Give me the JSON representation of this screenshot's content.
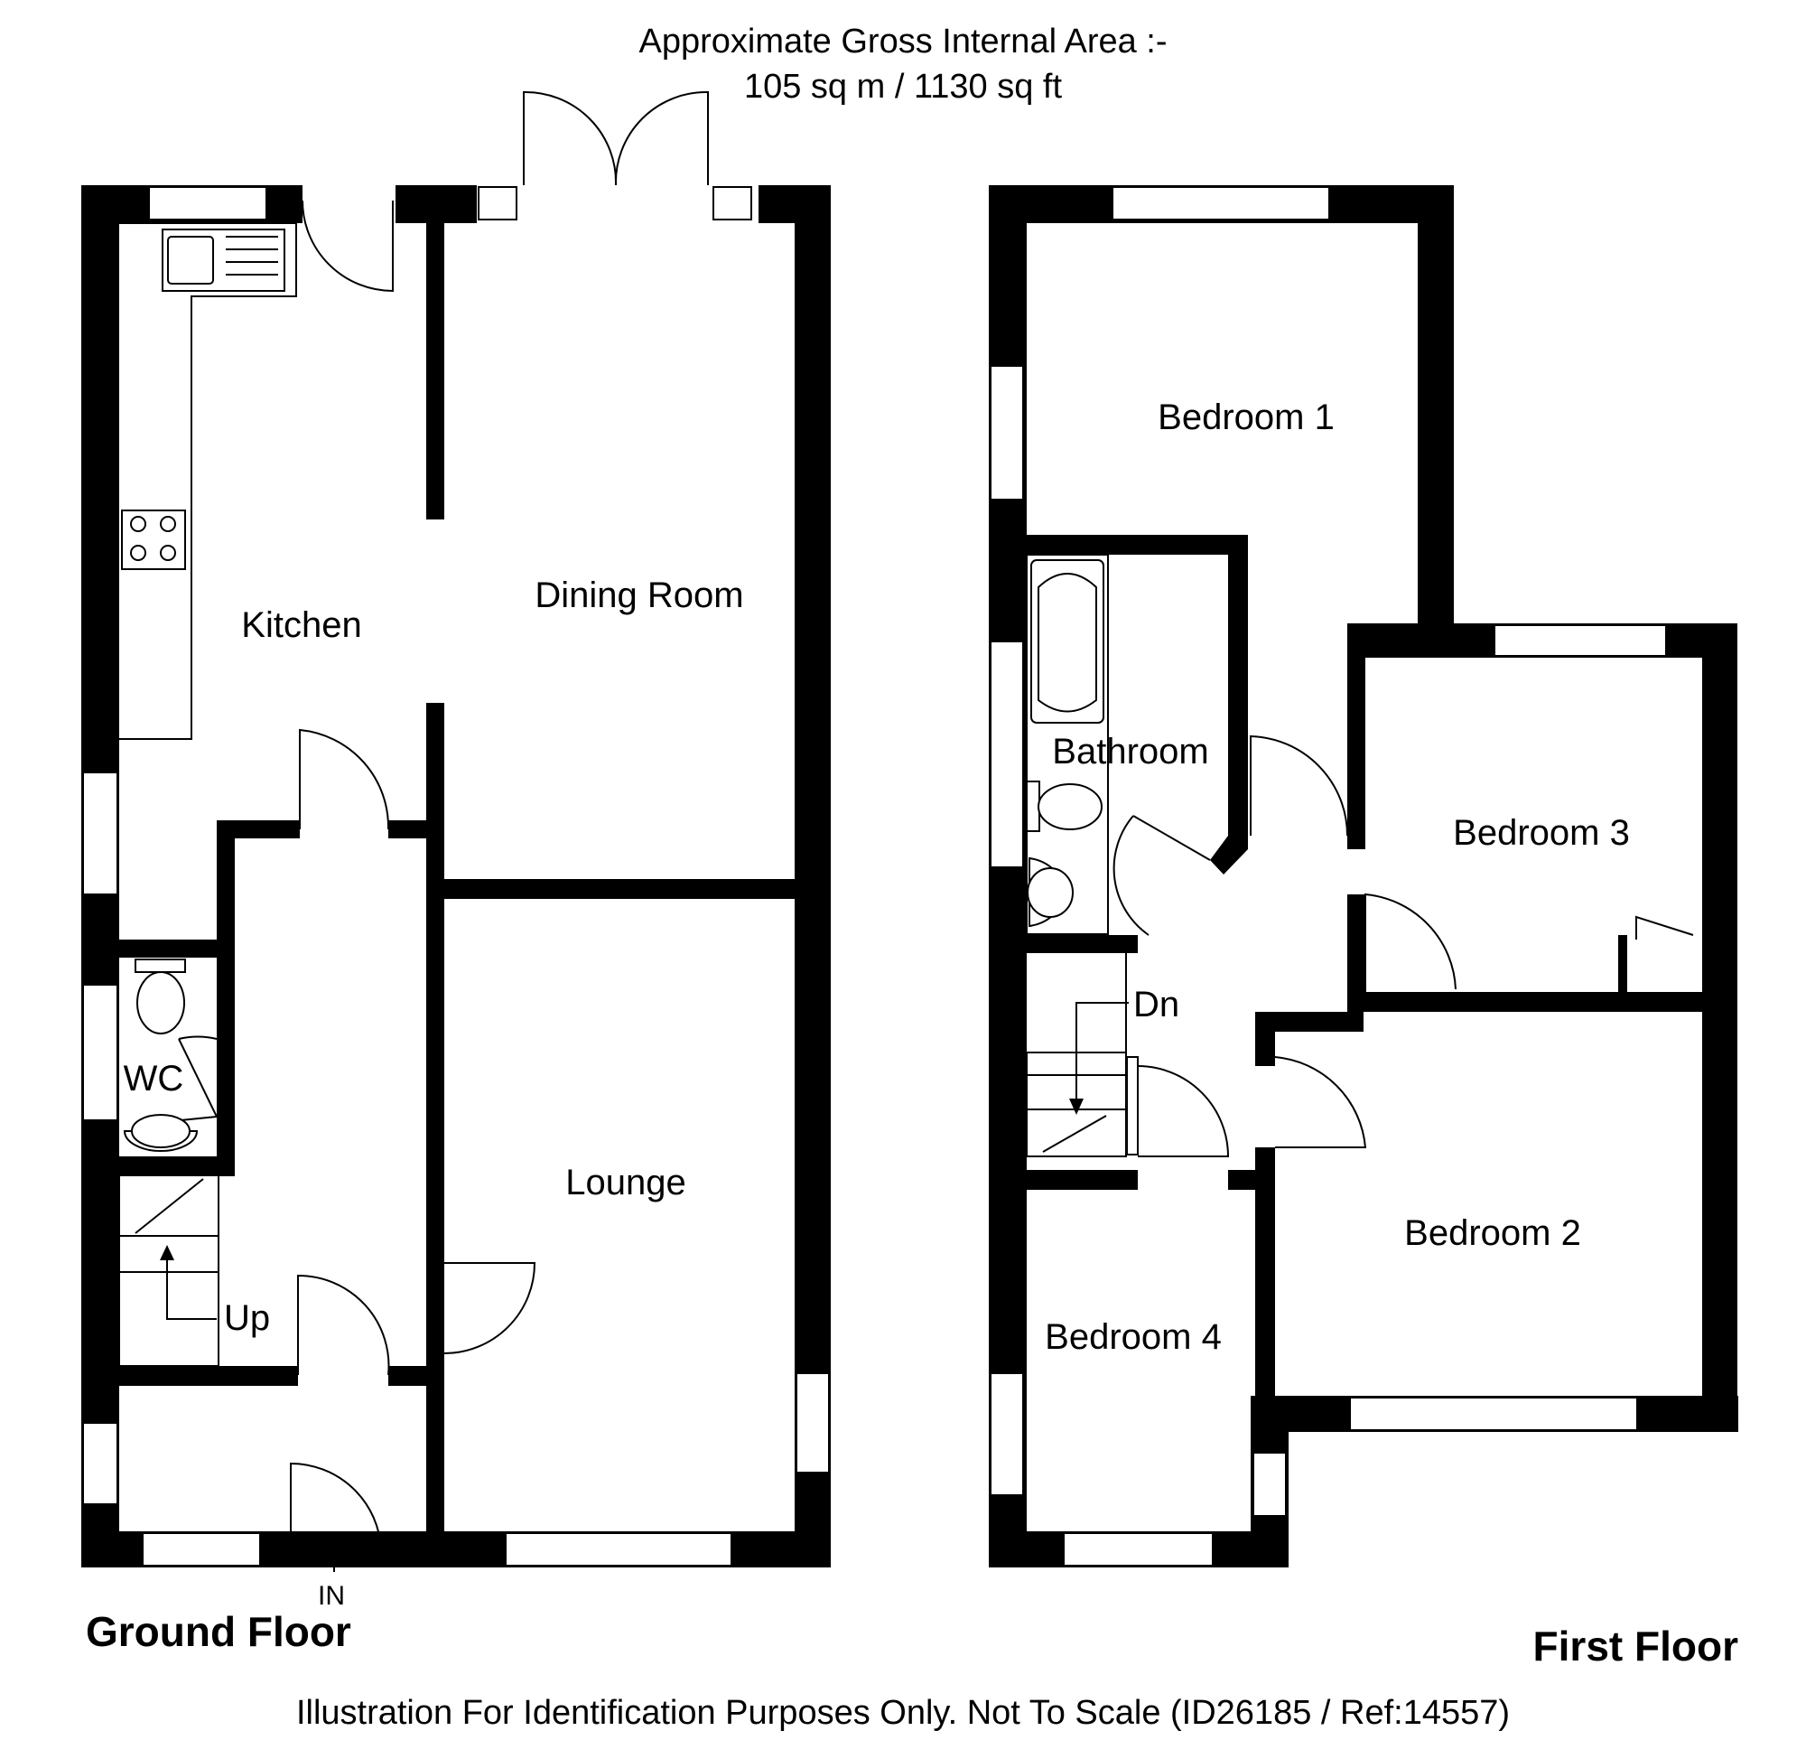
{
  "header": {
    "area_line1": "Approximate Gross Internal Area :-",
    "area_line2": "105 sq m / 1130 sq ft"
  },
  "ground_floor": {
    "title": "Ground Floor",
    "rooms": {
      "kitchen": "Kitchen",
      "dining_room": "Dining Room",
      "lounge": "Lounge",
      "wc": "WC"
    },
    "stairs_label": "Up",
    "entrance_label": "IN"
  },
  "first_floor": {
    "title": "First Floor",
    "rooms": {
      "bedroom_1": "Bedroom 1",
      "bathroom": "Bathroom",
      "bedroom_3": "Bedroom 3",
      "bedroom_2": "Bedroom 2",
      "bedroom_4": "Bedroom 4"
    },
    "stairs_label": "Dn"
  },
  "footer": {
    "disclaimer": "Illustration For Identification Purposes Only. Not To Scale (ID26185 / Ref:14557)"
  }
}
